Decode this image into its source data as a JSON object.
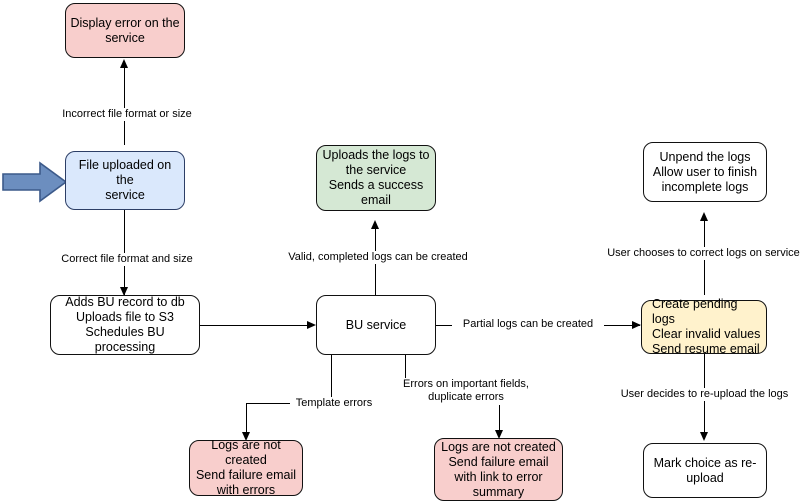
{
  "diagram": {
    "title": "Bulk upload (BU) processing flowchart",
    "colors": {
      "pink": "#f8cecc",
      "blue": "#dae8fc",
      "green": "#d5e8d4",
      "yellow": "#fff2cc",
      "white": "#ffffff",
      "stroke": "#000000",
      "entry_arrow_fill": "#6c8ebf",
      "entry_arrow_stroke": "#3c5a8a",
      "background": "#ffffff"
    },
    "nodes": [
      {
        "id": "display-error",
        "label": "Display error on the\nservice"
      },
      {
        "id": "file-uploaded",
        "label": "File uploaded on the\nservice"
      },
      {
        "id": "adds-bu-record",
        "label": "Adds BU record to db\nUploads file to S3\nSchedules BU processing"
      },
      {
        "id": "uploads-logs",
        "label": "Uploads the logs to\nthe service\nSends a success\nemail"
      },
      {
        "id": "bu-service",
        "label": "BU service"
      },
      {
        "id": "logs-not-created-template",
        "label": "Logs are not created\nSend failure email\nwith errors"
      },
      {
        "id": "logs-not-created-errors",
        "label": "Logs are not created\nSend failure email\nwith link to error\nsummary"
      },
      {
        "id": "unpend-logs",
        "label": "Unpend the logs\nAllow user to finish\nincomplete logs"
      },
      {
        "id": "create-pending-logs",
        "label": "Create pending logs\nClear invalid values\nSend resume email"
      },
      {
        "id": "mark-choice",
        "label": "Mark choice as re-\nupload"
      }
    ],
    "edge_labels": [
      {
        "id": "incorrect-format",
        "text": "Incorrect file format or size"
      },
      {
        "id": "correct-format",
        "text": "Correct file format and size"
      },
      {
        "id": "valid-completed",
        "text": "Valid, completed logs can be created"
      },
      {
        "id": "partial-logs",
        "text": "Partial logs can be created"
      },
      {
        "id": "template-errors",
        "text": "Template errors"
      },
      {
        "id": "errors-important",
        "text": "Errors on important fields,\nduplicate errors"
      },
      {
        "id": "user-corrects",
        "text": "User chooses to correct logs on service"
      },
      {
        "id": "user-reupload",
        "text": "User decides to re-upload the logs"
      }
    ]
  }
}
